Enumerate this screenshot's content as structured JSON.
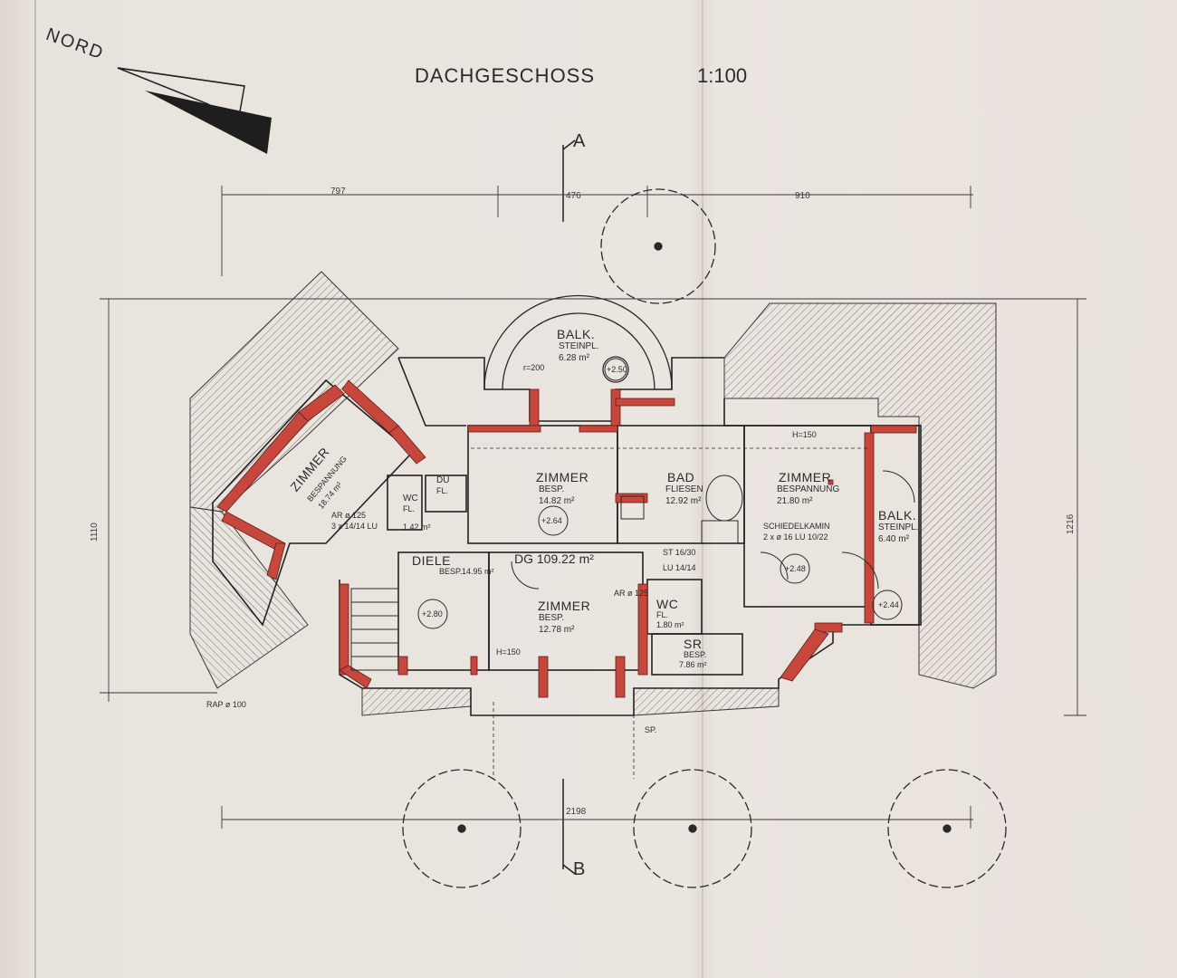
{
  "title": "DACHGESCHOSS",
  "scale": "1:100",
  "north_label": "NORD",
  "section_markers": {
    "top": "A",
    "bottom": "B"
  },
  "dimensions": {
    "top_left": "797",
    "top_center": "476",
    "top_right": "910",
    "left_height": "1110",
    "right_height": "1216",
    "bottom_center": "2198"
  },
  "rooms": [
    {
      "name": "BALK.",
      "finish": "STEINPL.",
      "area": "6.28 m²",
      "note": "+2.50"
    },
    {
      "name": "ZIMMER",
      "finish": "BESP.",
      "area": "14.82 m²",
      "note": "+2.64"
    },
    {
      "name": "BAD",
      "finish": "FLIESEN",
      "area": "12.92 m²"
    },
    {
      "name": "ZIMMER",
      "finish": "BESPANNUNG",
      "area": "21.80 m²",
      "note": "+2.48"
    },
    {
      "name": "BALK.",
      "finish": "STEINPL.",
      "area": "6.40 m²",
      "note": "+2.44"
    },
    {
      "name": "ZIMMER",
      "finish": "BESPANNUNG",
      "area": "18.74 m²"
    },
    {
      "name": "DU",
      "finish": "FL."
    },
    {
      "name": "WC",
      "finish": "FL.",
      "area": "1.42 m²"
    },
    {
      "name": "DIELE",
      "finish": "BESP.",
      "area": "14.95 m²",
      "note": "+2.80"
    },
    {
      "name": "ZIMMER",
      "finish": "BESP.",
      "area": "12.78 m²"
    },
    {
      "name": "WC",
      "finish": "FL.",
      "area": "1.80 m²"
    },
    {
      "name": "SR",
      "finish": "BESP.",
      "area": "7.86 m²"
    }
  ],
  "annotations": {
    "dg_total": "DG 109.22 m²",
    "chimney": "SCHIEDELKAMIN",
    "chimney_spec": "2 x ø 16  LU 10/22",
    "ar_left": "AR ø 125",
    "ar_left_spec": "3 x 14/14 LU",
    "rap": "RAP ø 100",
    "radius": "r=200",
    "height_h150": "H=150",
    "st": "ST 16/30",
    "lu": "LU 14/14",
    "ar_center": "AR ø 125",
    "sp": "SP."
  }
}
